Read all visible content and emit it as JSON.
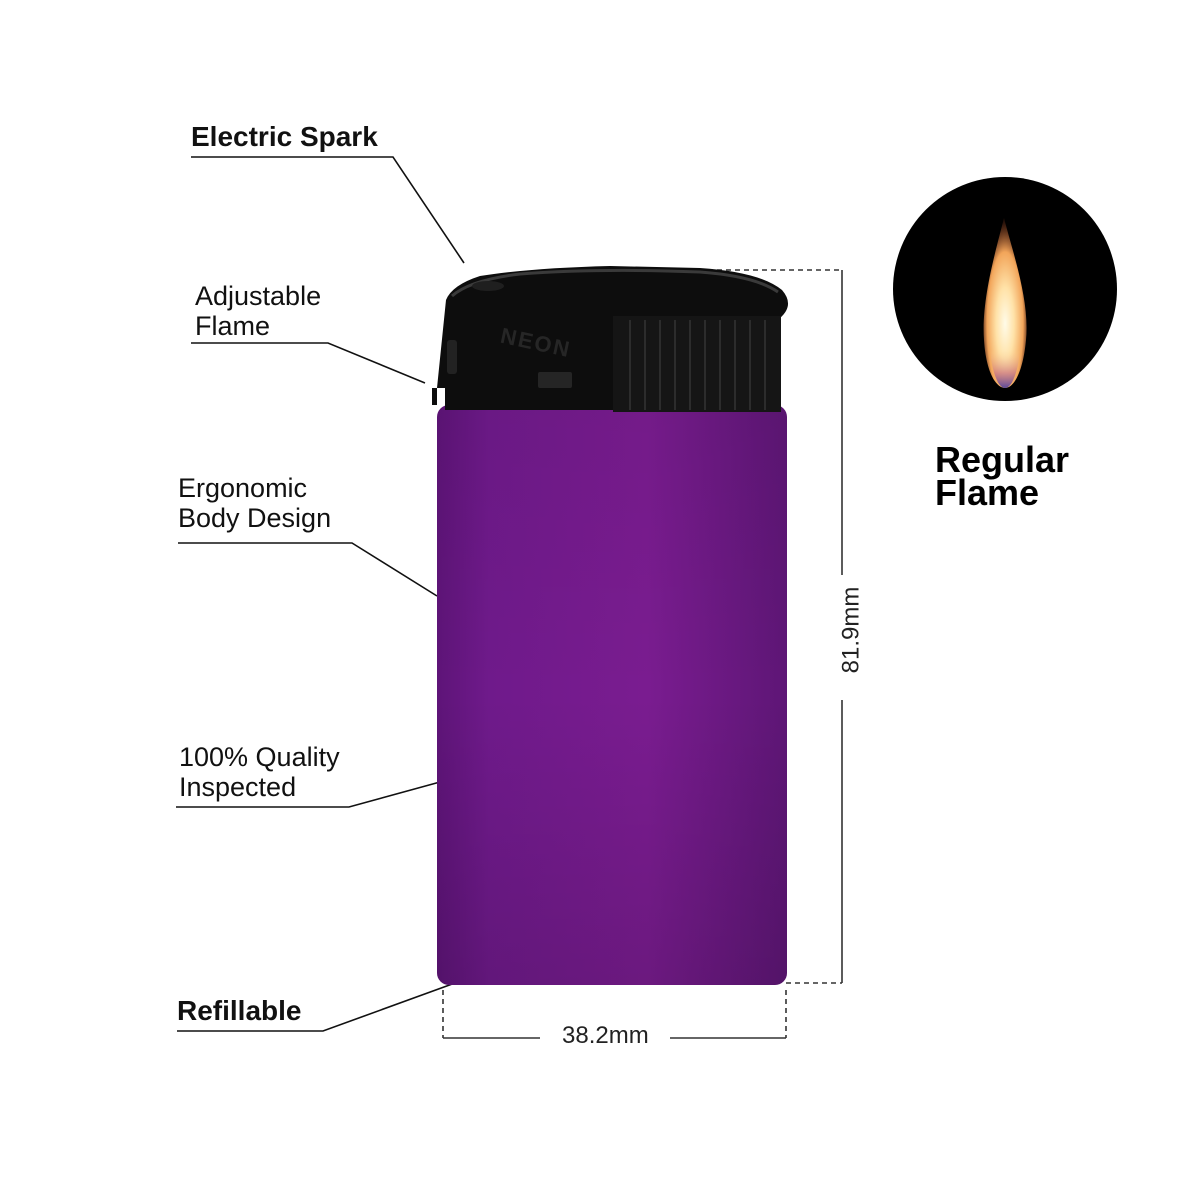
{
  "features": {
    "electric_spark": "Electric Spark",
    "adjustable_flame": [
      "Adjustable",
      "Flame"
    ],
    "ergonomic_body": [
      "Ergonomic",
      "Body Design"
    ],
    "quality_inspected": [
      "100% Quality",
      "Inspected"
    ],
    "refillable": "Refillable"
  },
  "dimensions": {
    "height": "81.9mm",
    "width": "38.2mm"
  },
  "flame": {
    "caption": [
      "Regular",
      "Flame"
    ]
  },
  "product": {
    "brand_mark": "NEON",
    "body_color": "#6f1a8a",
    "cap_color": "#0d0d0d"
  }
}
